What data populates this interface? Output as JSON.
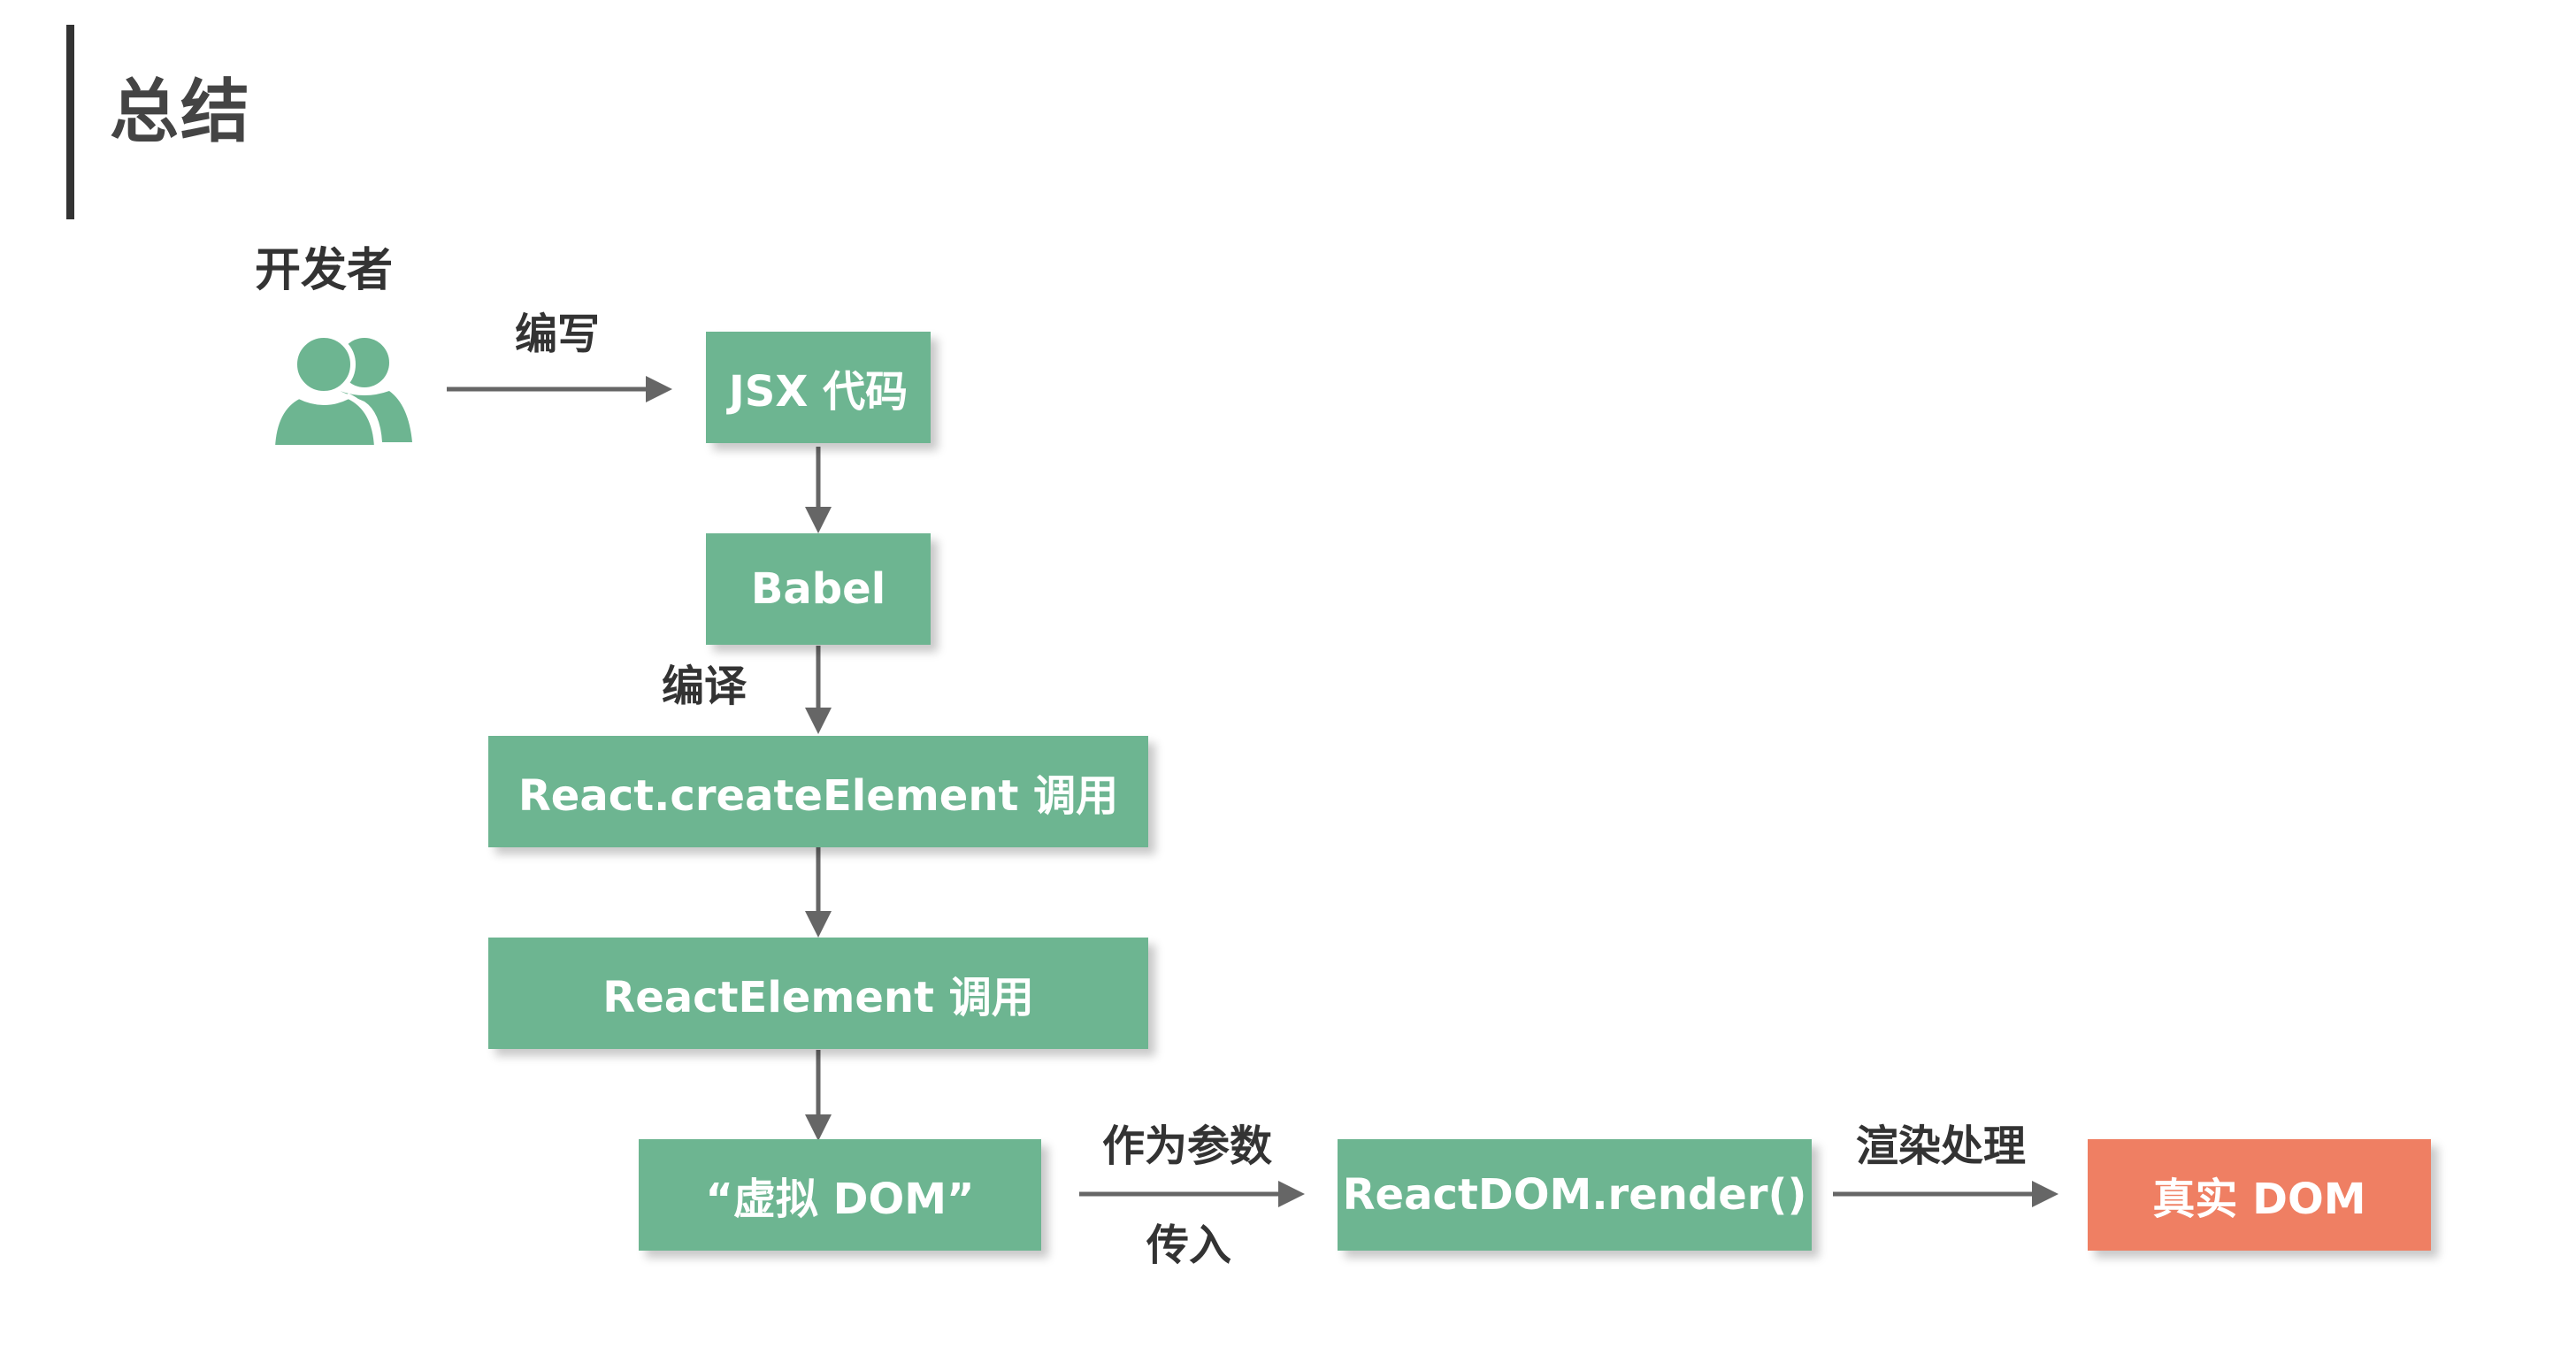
{
  "title": "总结",
  "diagram": {
    "actor": {
      "label": "开发者",
      "icon": "users-icon"
    },
    "edges": {
      "write": "编写",
      "compile": "编译",
      "as_param": "作为参数",
      "pass_in": "传入",
      "render_process": "渲染处理"
    },
    "nodes": {
      "jsx": "JSX 代码",
      "babel": "Babel",
      "create_element": "React.createElement 调用",
      "react_element": "ReactElement 调用",
      "virtual_dom": "“虚拟 DOM”",
      "render": "ReactDOM.render()",
      "real_dom": "真实 DOM"
    }
  },
  "colors": {
    "node": "#6db591",
    "final_node": "#ef7f63",
    "arrow": "#666666",
    "icon": "#6db591"
  }
}
